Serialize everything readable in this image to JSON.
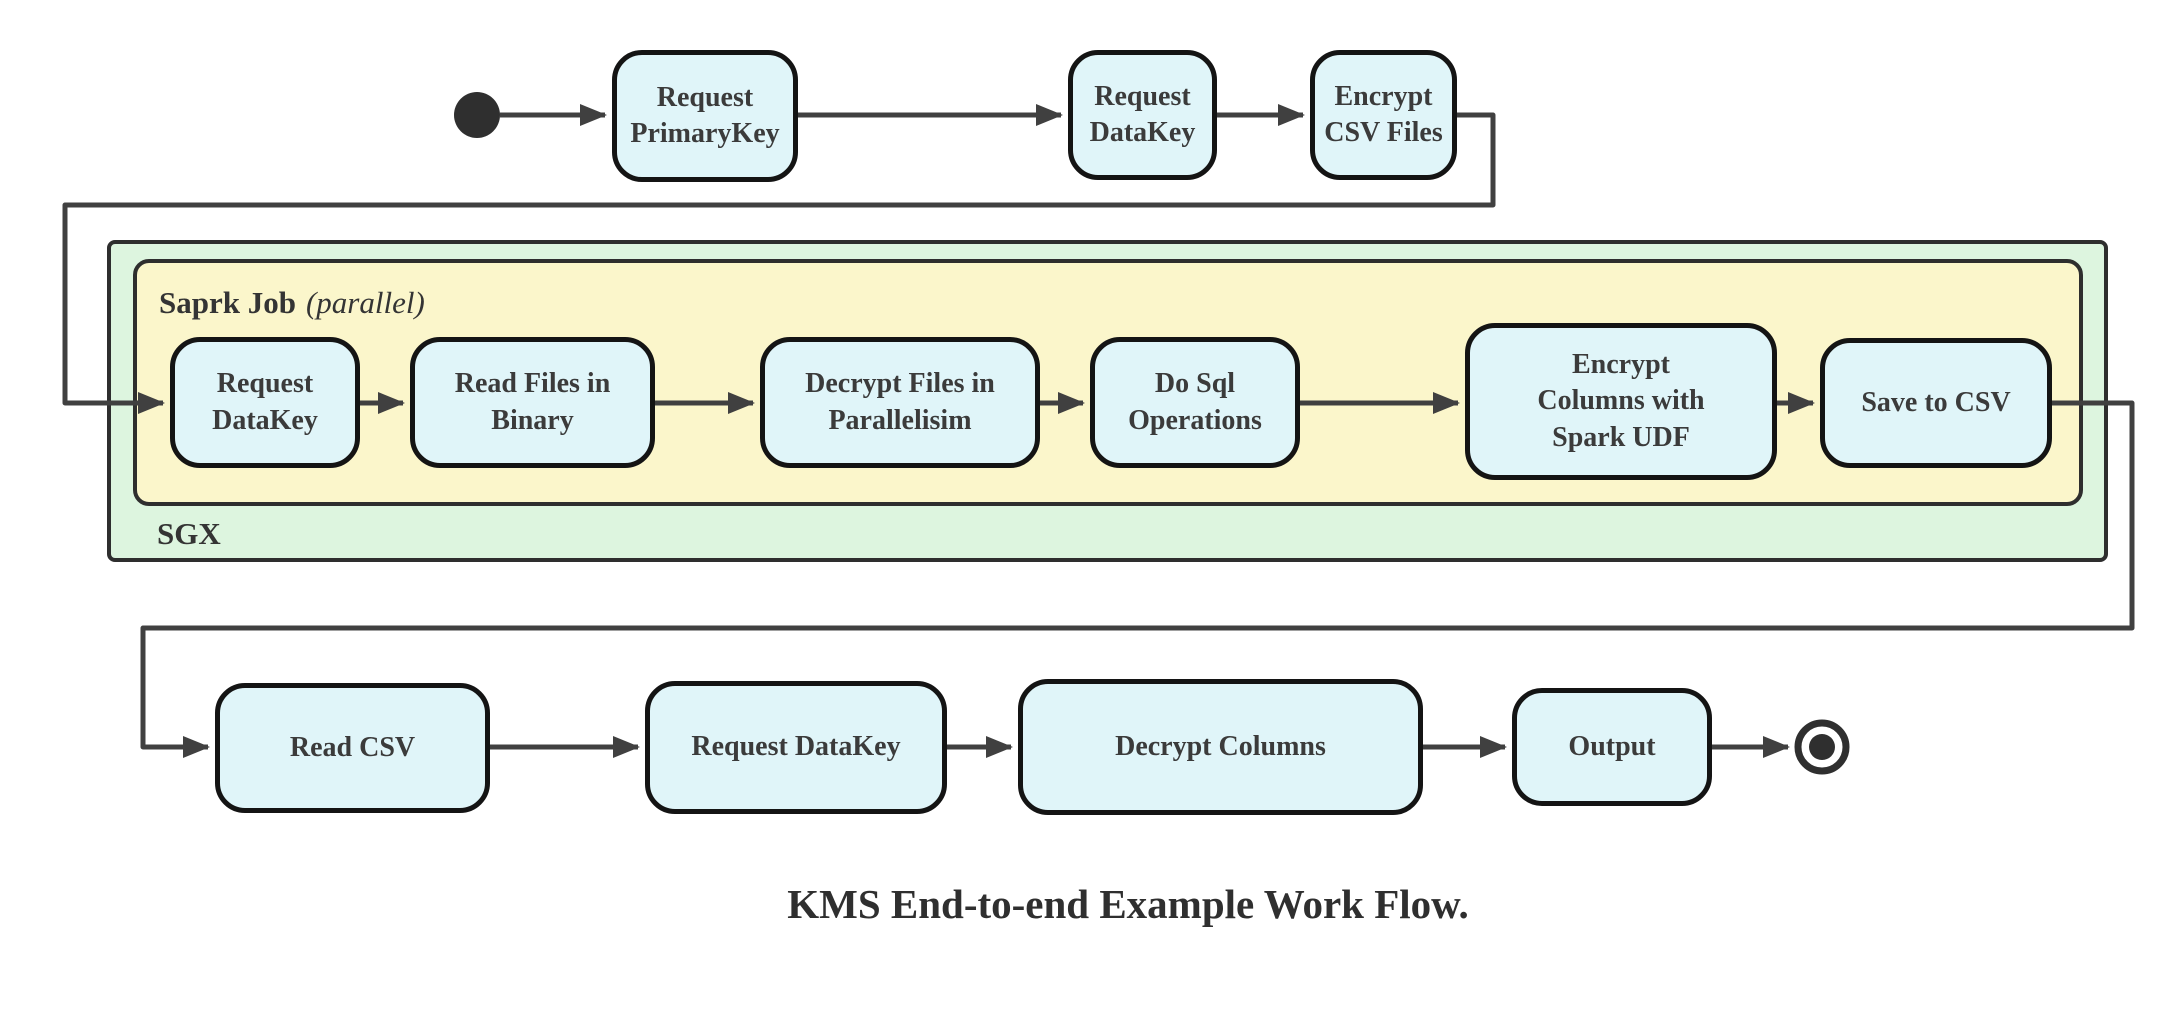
{
  "diagram": {
    "caption": "KMS End-to-end Example Work Flow.",
    "containers": {
      "sgx": {
        "label": "SGX"
      },
      "spark_job": {
        "title": "Saprk Job",
        "qualifier": "(parallel)"
      }
    },
    "top_row": [
      {
        "label": "Request\nPrimaryKey"
      },
      {
        "label": "Request\nDataKey"
      },
      {
        "label": "Encrypt\nCSV Files"
      }
    ],
    "spark_row": [
      {
        "label": "Request\nDataKey"
      },
      {
        "label": "Read Files in\nBinary"
      },
      {
        "label": "Decrypt Files in\nParallelisim"
      },
      {
        "label": "Do Sql\nOperations"
      },
      {
        "label": "Encrypt\nColumns with\nSpark UDF"
      },
      {
        "label": "Save to CSV"
      }
    ],
    "bottom_row": [
      {
        "label": "Read CSV"
      },
      {
        "label": "Request DataKey"
      },
      {
        "label": "Decrypt Columns"
      },
      {
        "label": "Output"
      }
    ],
    "icons": {
      "start": "start-state-icon",
      "end": "end-state-icon"
    },
    "colors": {
      "node_fill": "#e0f5f9",
      "node_border": "#141414",
      "node_text": "#3b3b3b",
      "sgx_fill": "#ddf5df",
      "spark_fill": "#fbf6cb",
      "container_border": "#2e2e2e",
      "connector": "#404040",
      "state_icon": "#2f2f2f",
      "background": "#ffffff"
    }
  }
}
